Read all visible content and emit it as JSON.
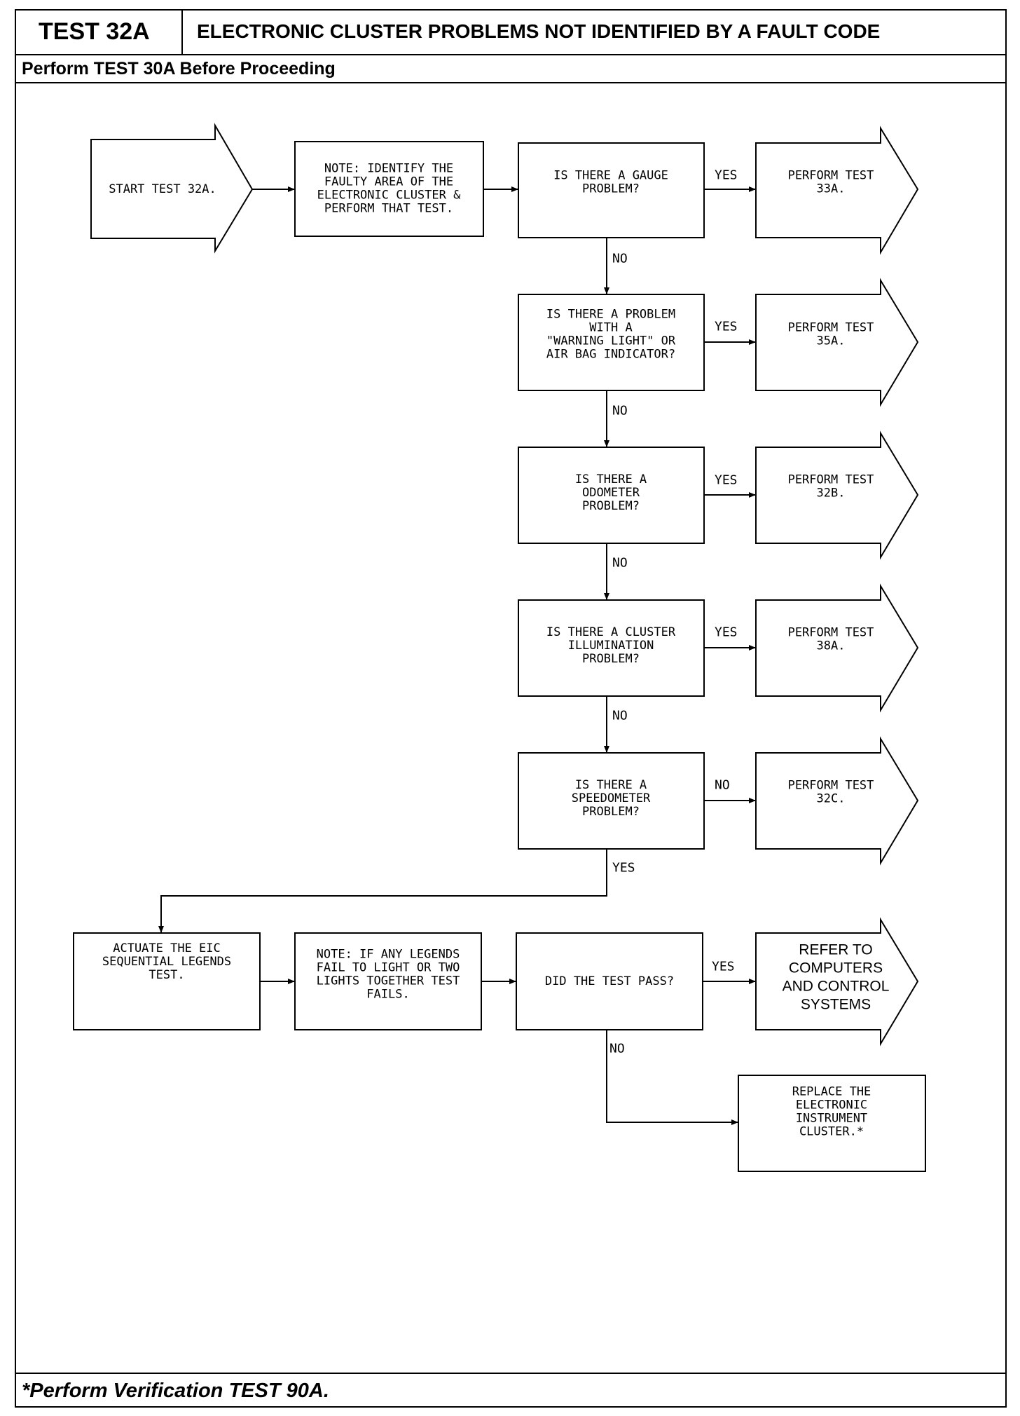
{
  "header": {
    "test_id": "TEST 32A",
    "title": "ELECTRONIC CLUSTER PROBLEMS NOT IDENTIFIED BY A FAULT CODE",
    "subtitle": "Perform TEST 30A Before Proceeding"
  },
  "footer": {
    "note": "*Perform Verification TEST 90A."
  },
  "flow": {
    "start": [
      "START TEST 32A."
    ],
    "note_identify": [
      "NOTE: IDENTIFY THE",
      "FAULTY AREA OF THE",
      "ELECTRONIC CLUSTER &",
      "PERFORM THAT TEST."
    ],
    "q_gauge": [
      "IS THERE A GAUGE",
      "PROBLEM?"
    ],
    "r_gauge": [
      "PERFORM TEST",
      "33A."
    ],
    "q_warning": [
      "IS THERE A PROBLEM",
      "WITH A",
      "\"WARNING LIGHT\" OR",
      "AIR BAG INDICATOR?"
    ],
    "r_warning": [
      "PERFORM TEST",
      "35A."
    ],
    "q_odometer": [
      "IS THERE A",
      "ODOMETER",
      "PROBLEM?"
    ],
    "r_odometer": [
      "PERFORM TEST",
      "32B."
    ],
    "q_illum": [
      "IS THERE A CLUSTER",
      "ILLUMINATION",
      "PROBLEM?"
    ],
    "r_illum": [
      "PERFORM TEST",
      "38A."
    ],
    "q_speedo": [
      "IS THERE A",
      "SPEEDOMETER",
      "PROBLEM?"
    ],
    "r_speedo": [
      "PERFORM TEST",
      "32C."
    ],
    "actuate": [
      "ACTUATE THE EIC",
      "SEQUENTIAL LEGENDS",
      "TEST."
    ],
    "note_legends": [
      "NOTE: IF ANY LEGENDS",
      "FAIL TO LIGHT OR TWO",
      "LIGHTS TOGETHER TEST",
      "FAILS."
    ],
    "q_pass": [
      "DID THE TEST PASS?"
    ],
    "r_pass": [
      "REFER TO",
      "COMPUTERS",
      "AND CONTROL",
      "SYSTEMS"
    ],
    "replace": [
      "REPLACE THE",
      "ELECTRONIC",
      "INSTRUMENT",
      "CLUSTER.*"
    ]
  },
  "labels": {
    "yes": "YES",
    "no": "NO",
    "yes_gauge": "YES",
    "no_gauge": "NO",
    "yes_warning": "YES",
    "no_warning": "NO",
    "yes_odometer": "YES",
    "no_odometer": "NO",
    "yes_illum": "YES",
    "no_illum": "NO",
    "no_speedo": "NO",
    "yes_speedo": "YES",
    "yes_pass": "YES",
    "no_pass": "NO"
  }
}
